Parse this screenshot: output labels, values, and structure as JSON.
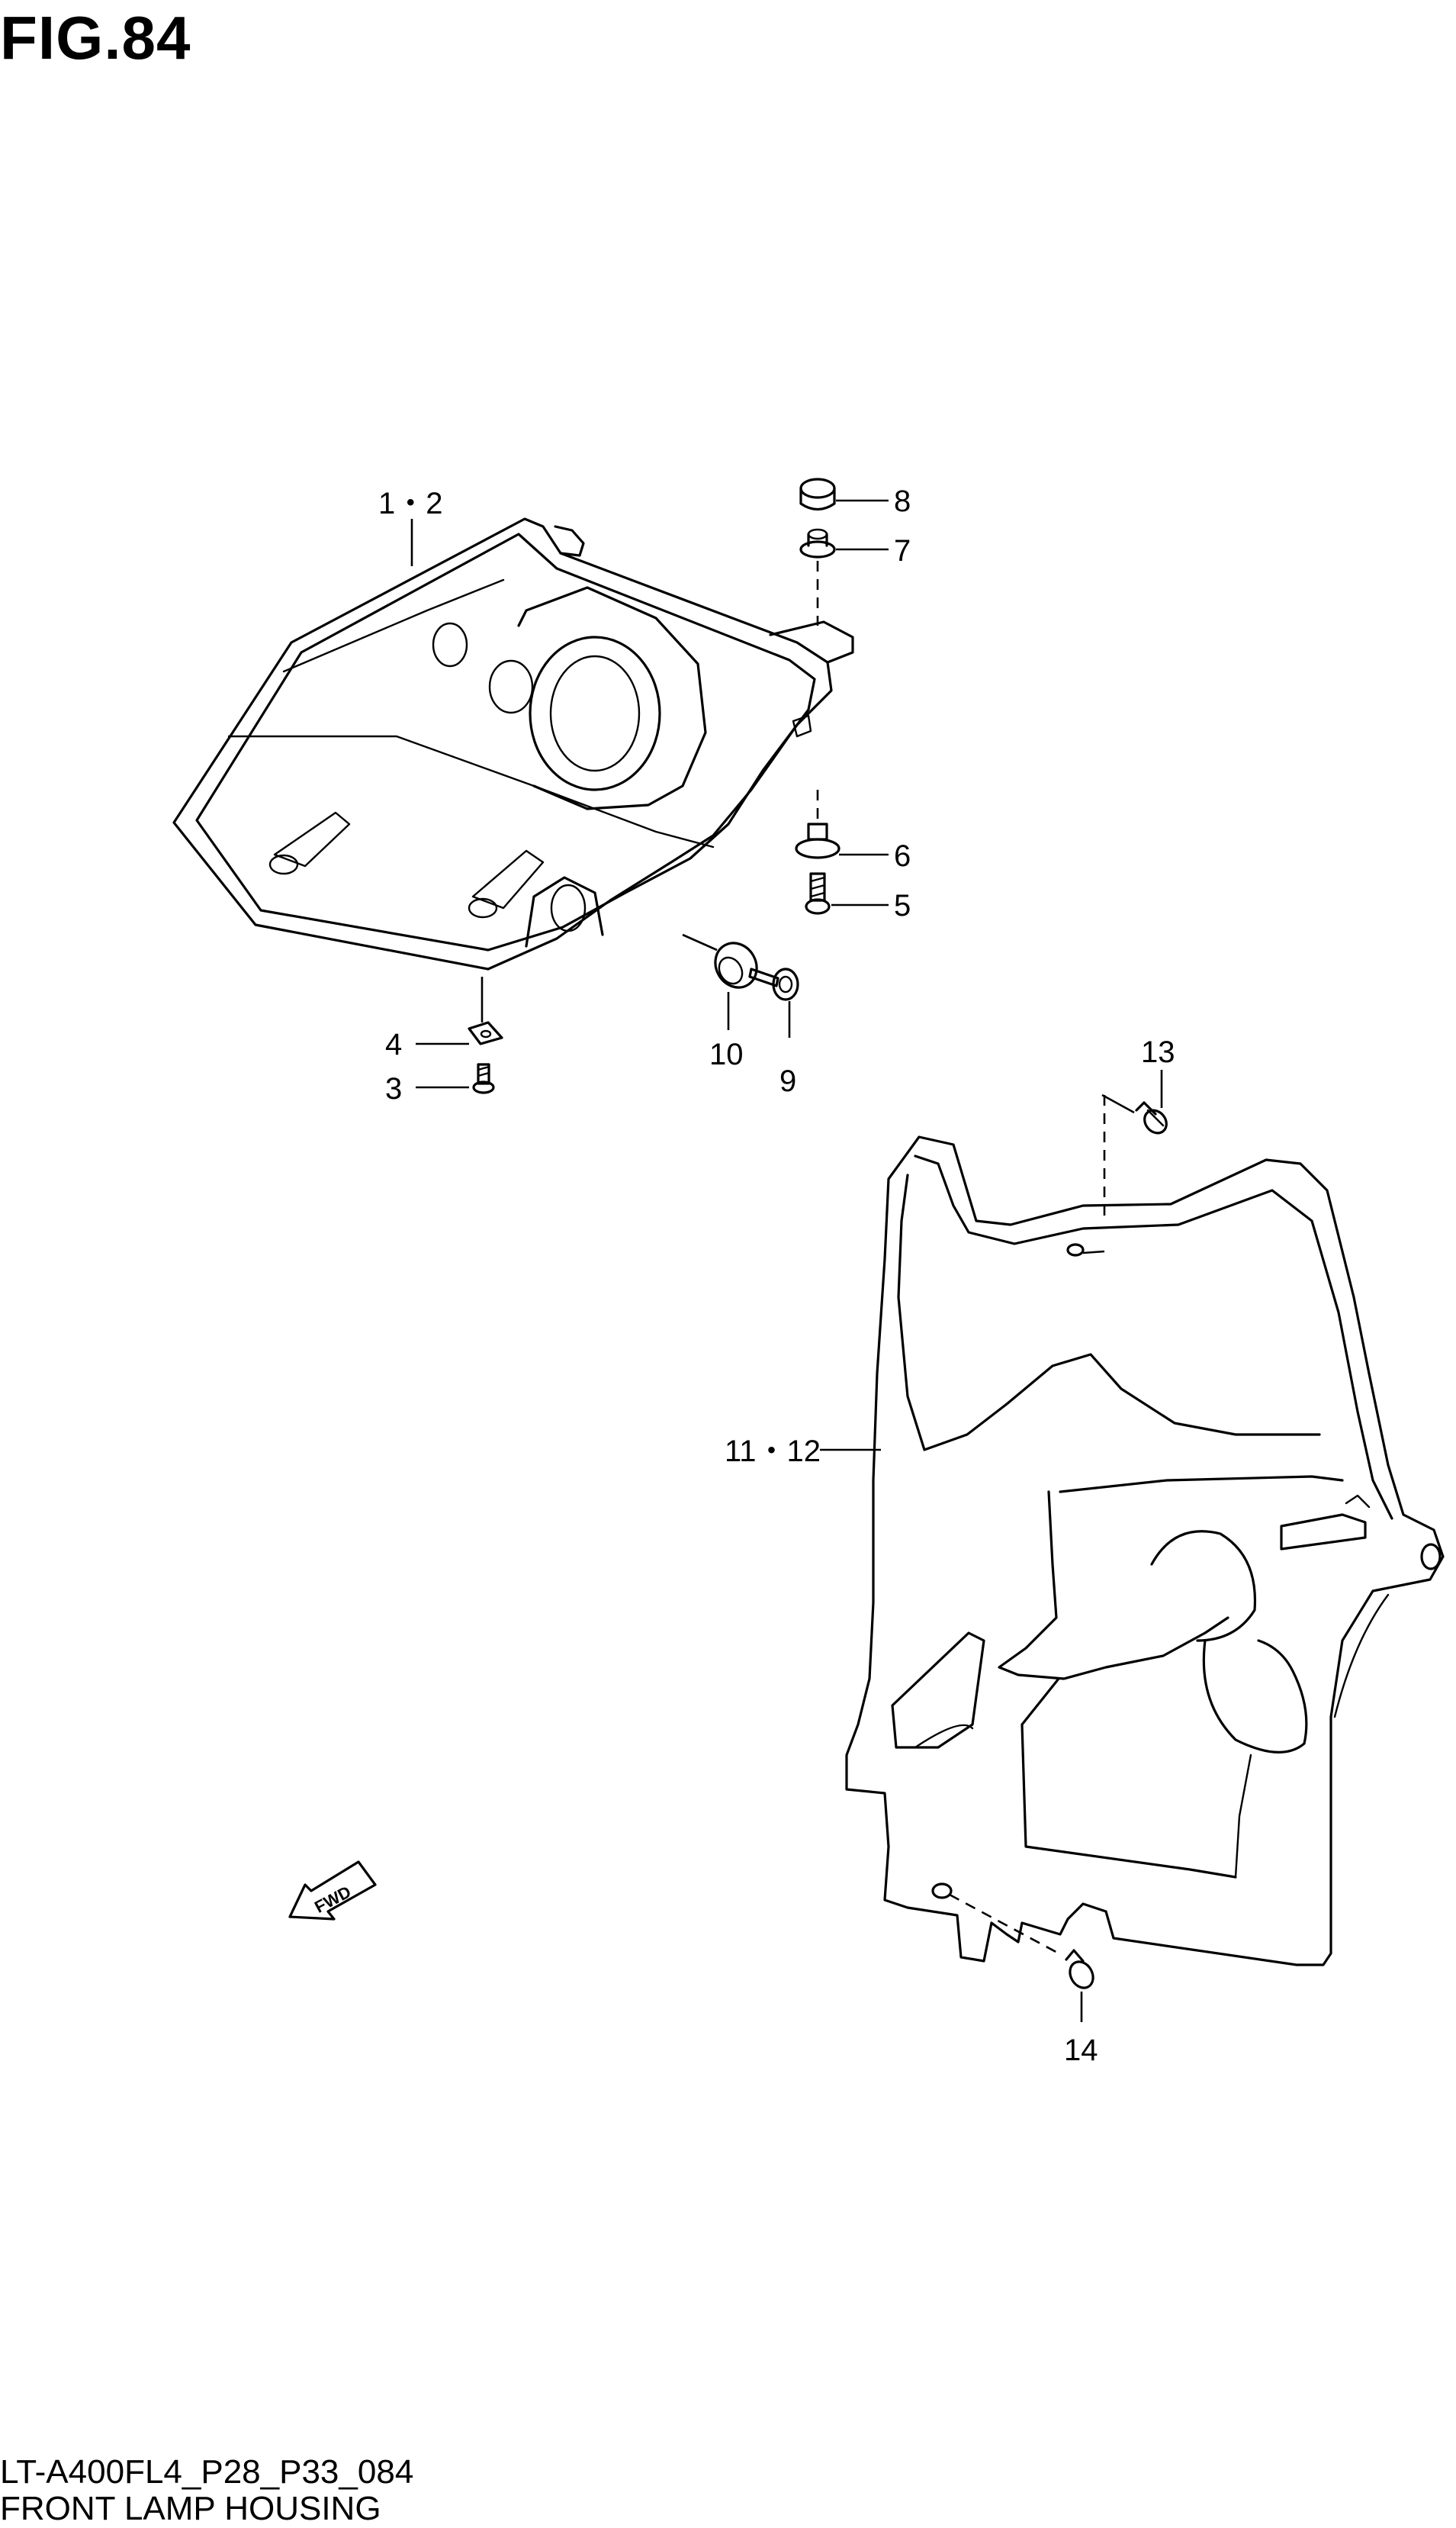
{
  "figure": {
    "title": "FIG.84",
    "model_code": "LT-A400FL4_P28_P33_084",
    "name": "FRONT LAMP HOUSING"
  },
  "callouts": {
    "c1_2": "1・2",
    "c3": "3",
    "c4": "4",
    "c5": "5",
    "c6": "6",
    "c7": "7",
    "c8": "8",
    "c9": "9",
    "c10": "10",
    "c11_12": "11・12",
    "c13": "13",
    "c14": "14"
  },
  "direction_arrow": {
    "label": "FWD"
  }
}
